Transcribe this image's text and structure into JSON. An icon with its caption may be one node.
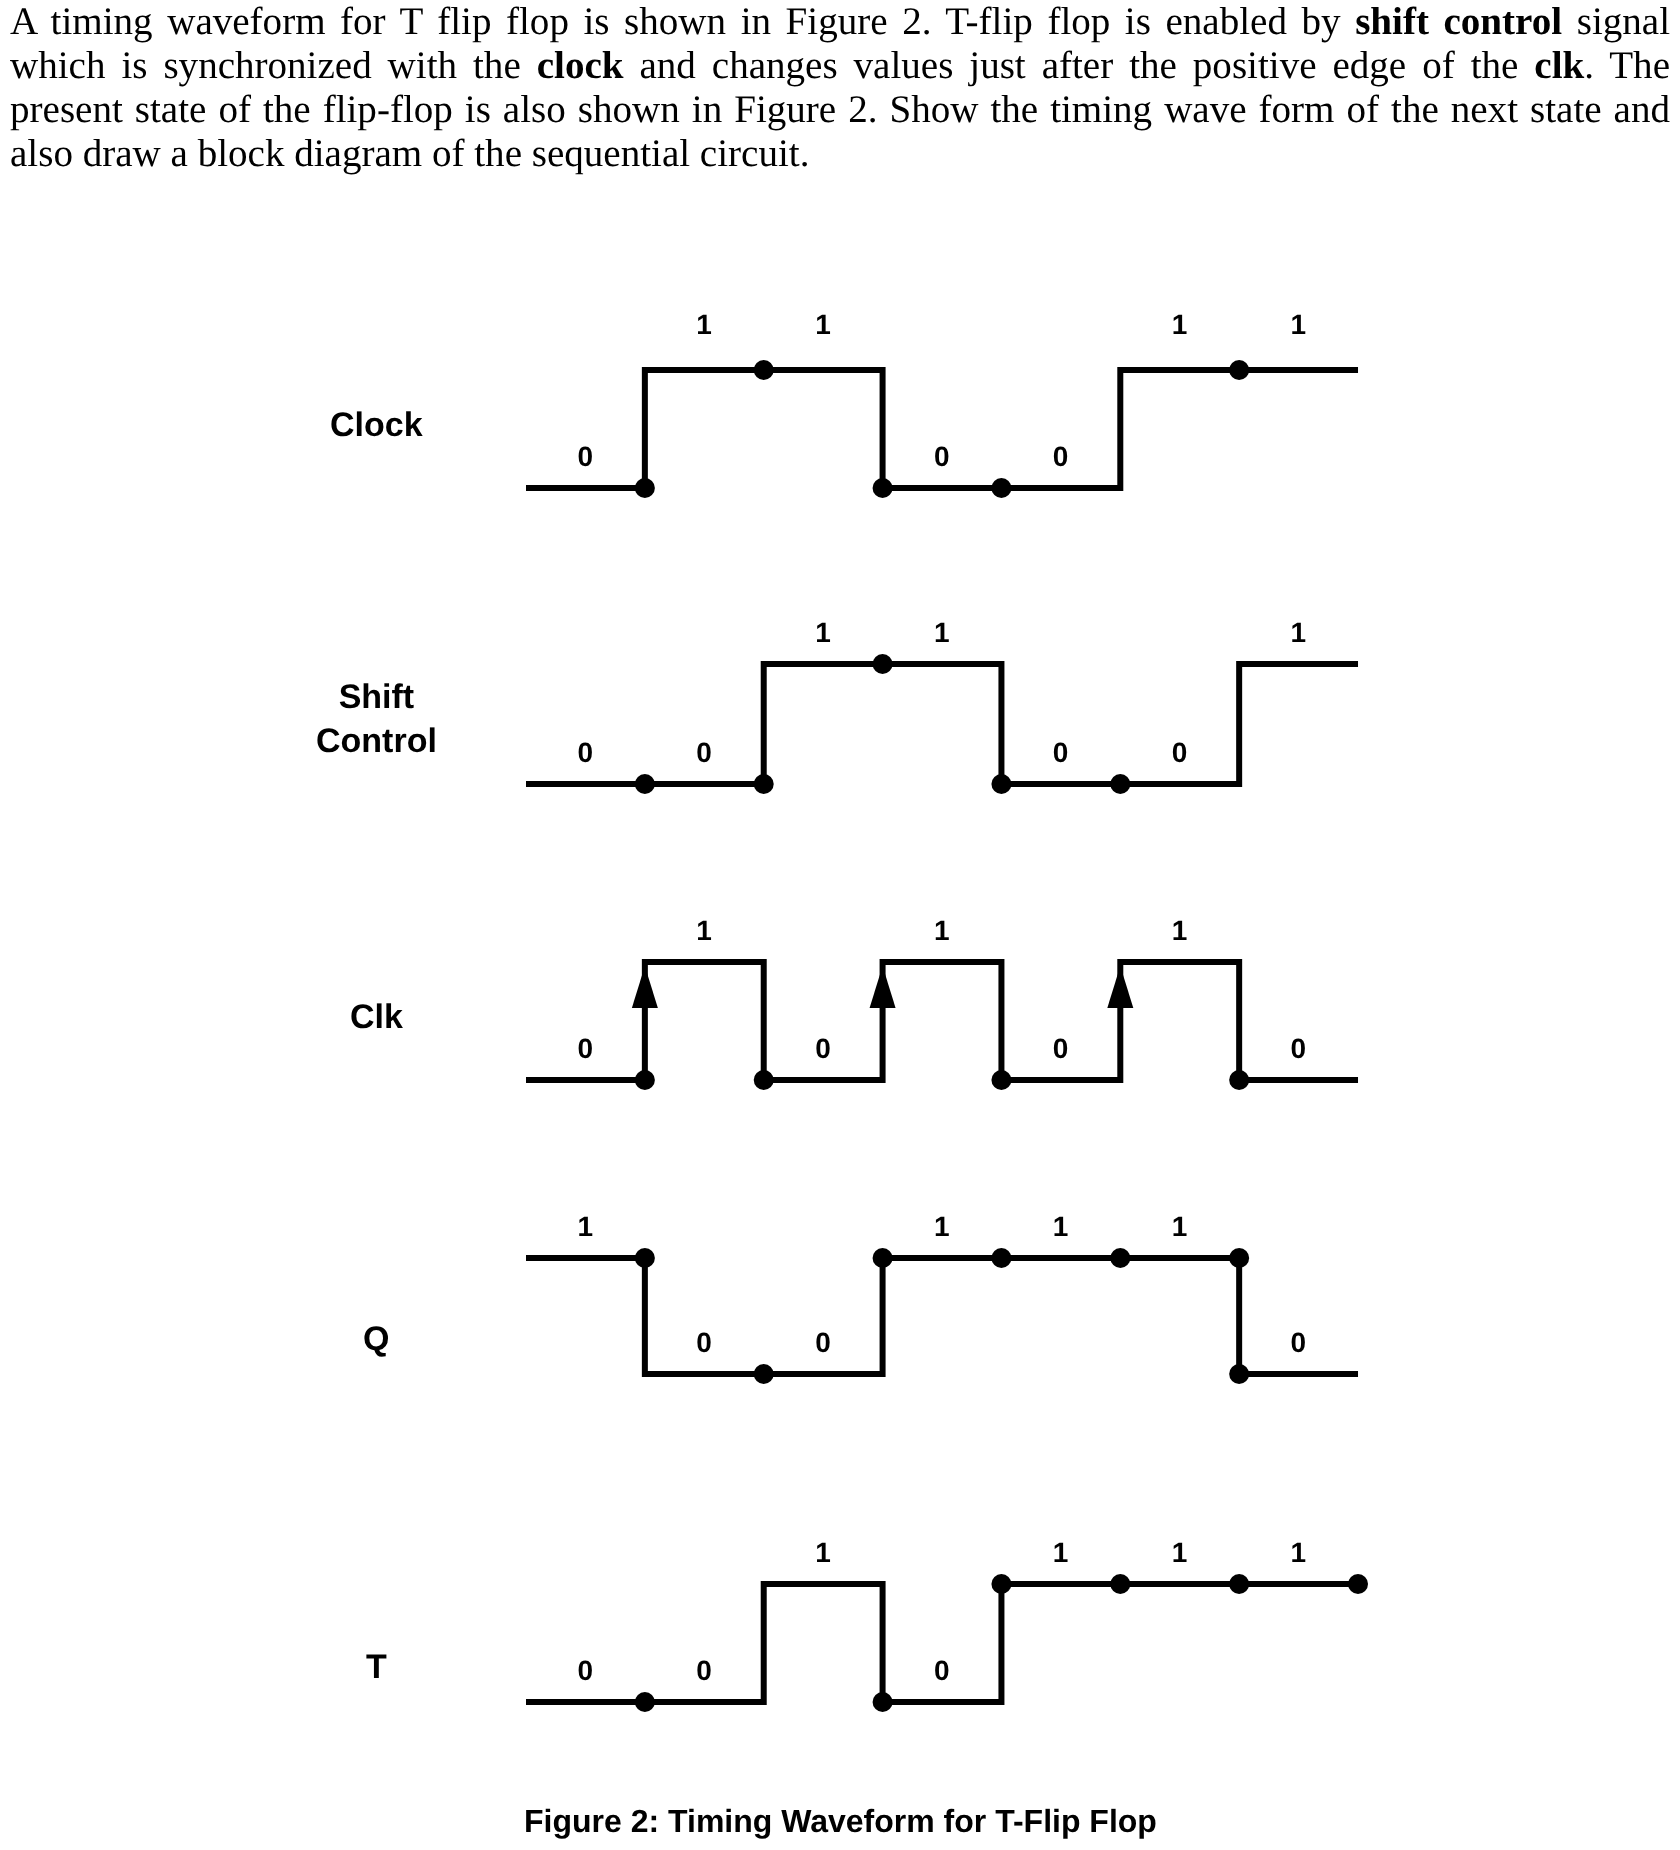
{
  "diagram": {
    "caption": "Figure 2: Timing Waveform for T-Flip Flop",
    "labels": [
      "A timing waveform for T flip flop is shown in Figure 2. T-flip flop is enabled by **shift control** signal which is synchronized with the **clock** and changes values just after the positive edge of the **clk**. The present state of the flip-flop is also shown in Figure 2. Show the timing wave form of the next state and also draw a block diagram of the sequential circuit.",
      "Clock",
      "0",
      "1",
      "1",
      "0",
      "0",
      "1",
      "1",
      "Shift Control",
      "0",
      "0",
      "1",
      "1",
      "0",
      "0",
      "1",
      "Clk",
      "0",
      "1",
      "0",
      "1",
      "0",
      "1",
      "0",
      "Q",
      "1",
      "0",
      "0",
      "1",
      "1",
      "1",
      "0",
      "T",
      "0",
      "0",
      "1",
      "0",
      "1",
      "1",
      "1"
    ]
  }
}
